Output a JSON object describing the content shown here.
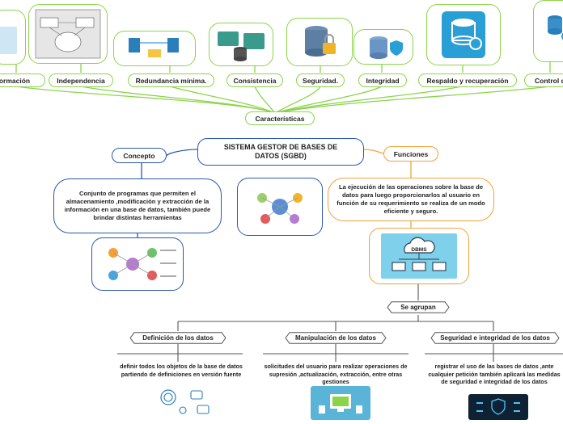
{
  "title": "SISTEMA GESTOR DE BASES DE DATOS (SGBD)",
  "center_node": "Características",
  "characteristics": [
    "ormación",
    "Independencia",
    "Redundancia mínima.",
    "Consistencia",
    "Seguridad.",
    "Integridad",
    "Respaldo y recuperación",
    "Control d"
  ],
  "concept": {
    "label": "Concepto",
    "text": "Conjunto de programas que permiten el almacenamiento ,modificación y extracción de la información en una base de datos, también puede brindar distintas herramientas"
  },
  "functions": {
    "label": "Funciones",
    "text": "La ejecución de las operaciones sobre la base de datos para luego proporcionarlos al usuario en función de su requerimiento se realiza de un modo eficiente y seguro."
  },
  "dbms_label": "DBMS",
  "group_node": "Se agrupan",
  "groups": [
    {
      "label": "Definición de los datos",
      "text": "definir todos los objetos de la base de datos partiendo de definiciones en versión fuente"
    },
    {
      "label": "Manipulación de los datos",
      "text": "solicitudes del usuario para realizar operaciones de supresión ,actualización, extracción, entre otras gestiones"
    },
    {
      "label": "Seguridad e integridad de los datos",
      "text": "registrar el uso de las bases de datos ,ante cualquier petición también aplicará las medidas de seguridad e integridad de los datos"
    }
  ],
  "colors": {
    "green": "#8bd44a",
    "blue": "#2a58b0",
    "orange": "#f4a03a",
    "gray": "#555555",
    "icon_blue": "#2a9fd6"
  }
}
